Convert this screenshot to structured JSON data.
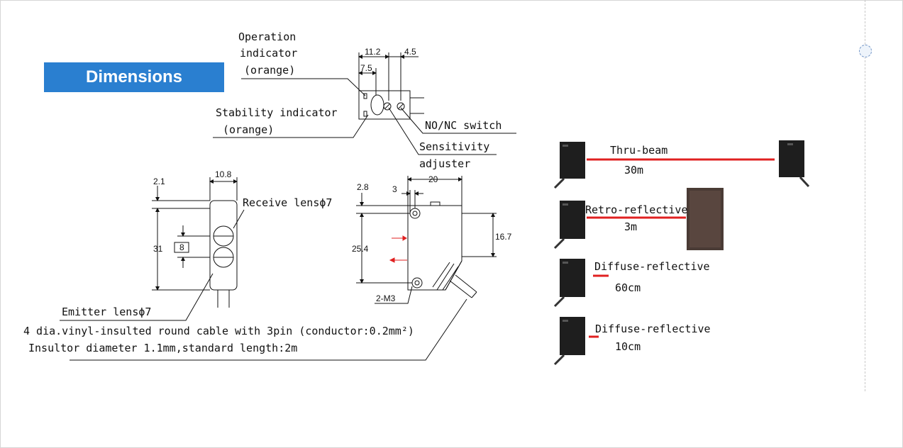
{
  "title": "Dimensions",
  "labels": {
    "operation_indicator": [
      "Operation",
      "indicator",
      "(orange)"
    ],
    "stability_indicator": [
      "Stability  indicator",
      "(orange)"
    ],
    "no_nc_switch": "NO/NC switch",
    "sensitivity_adjuster": [
      "Sensitivity",
      "adjuster"
    ],
    "receive_lens": "Receive lensϕ7",
    "emitter_lens": "Emitter lensϕ7",
    "cable_note": [
      "4 dia.vinyl-insulted round cable with 3pin (conductor:0.2mm²)",
      "Insultor diameter 1.1mm,standard length:2m"
    ]
  },
  "dimensions": {
    "top_11_2": "11.2",
    "top_4_5": "4.5",
    "top_7_5": "7.5",
    "side_2_1": "2.1",
    "side_10_8": "10.8",
    "side_31": "31",
    "side_8": "8",
    "front_20": "20",
    "front_2_8": "2.8",
    "front_3": "3",
    "front_25_4": "25.4",
    "front_16_7": "16.7",
    "front_2_m3": "2-M3"
  },
  "sensing_modes": [
    {
      "name": "Thru-beam",
      "distance": "30m"
    },
    {
      "name": "Retro-reflective",
      "distance": "3m"
    },
    {
      "name": "Diffuse-reflective",
      "distance": "60cm"
    },
    {
      "name": "Diffuse-reflective",
      "distance": "10cm"
    }
  ],
  "colors": {
    "banner": "#2a7fd0",
    "beam": "#e02020"
  }
}
